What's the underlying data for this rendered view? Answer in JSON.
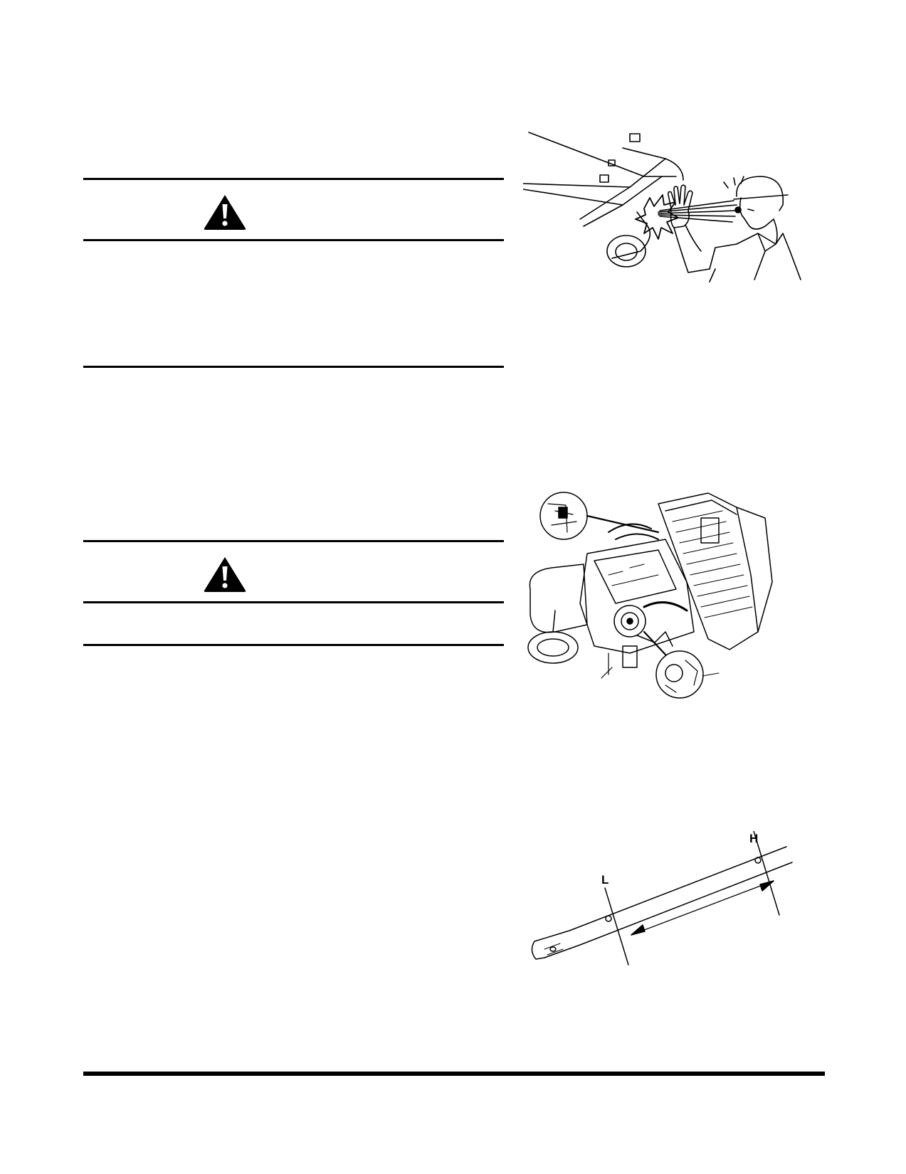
{
  "figures": {
    "pressure_warning": {
      "icon": "hand-injection-hazard-illustration"
    },
    "engine": {
      "icon": "engine-assembly-illustration"
    },
    "dipstick": {
      "icon": "dipstick-illustration",
      "label_low": "L",
      "label_high": "H"
    }
  },
  "warnings": [
    {
      "icon": "warning-triangle-icon"
    },
    {
      "icon": "warning-triangle-icon"
    }
  ]
}
